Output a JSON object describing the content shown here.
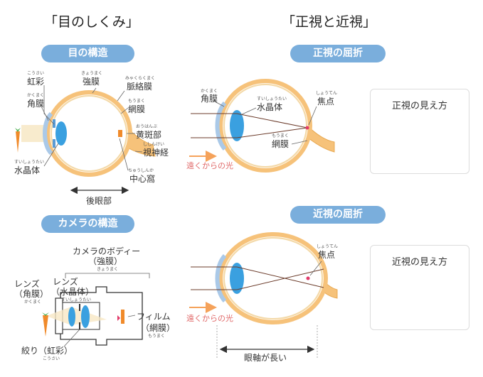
{
  "titles": {
    "eye_structure": "「目のしくみ」",
    "emmetropia_myopia": "「正視と近視」"
  },
  "pills": {
    "eye": "目の構造",
    "camera": "カメラの構造",
    "emmetropia": "正視の屈折",
    "myopia": "近視の屈折"
  },
  "eye_labels": {
    "iris": {
      "ruby": "こうさい",
      "text": "虹彩"
    },
    "cornea": {
      "ruby": "かくまく",
      "text": "角膜"
    },
    "sclera": {
      "ruby": "きょうまく",
      "text": "強膜"
    },
    "choroid": {
      "ruby": "みゃくらくまく",
      "text": "脈絡膜"
    },
    "retina": {
      "ruby": "もうまく",
      "text": "網膜"
    },
    "macula": {
      "ruby": "おうはんぶ",
      "text": "黄斑部"
    },
    "optic_nerve": {
      "ruby": "ししんけい",
      "text": "視神経"
    },
    "lens": {
      "ruby": "すいしょうたい",
      "text": "水晶体"
    },
    "fovea": {
      "ruby": "ちゅうしんか",
      "text": "中心窩"
    },
    "posterior": "後眼部"
  },
  "camera_labels": {
    "body": "カメラのボディー",
    "body_sub": "（強膜）",
    "body_ruby": "きょうまく",
    "lens1": "レンズ",
    "lens1_sub": "（角膜）",
    "lens1_ruby": "かくまく",
    "lens2": "レンズ",
    "lens2_sub": "（水晶体）",
    "lens2_ruby": "すいしょうたい",
    "film": "フィルム",
    "film_sub": "（網膜）",
    "film_ruby": "もうまく",
    "aperture": "絞り（虹彩）",
    "aperture_ruby": "こうさい"
  },
  "emmetropia_labels": {
    "cornea": {
      "ruby": "かくまく",
      "text": "角膜"
    },
    "lens": {
      "ruby": "すいしょうたい",
      "text": "水晶体"
    },
    "focus": {
      "ruby": "しょうてん",
      "text": "焦点"
    },
    "retina": {
      "ruby": "もうまく",
      "text": "網膜"
    },
    "light": "遠くからの光"
  },
  "myopia_labels": {
    "focus": {
      "ruby": "しょうてん",
      "text": "焦点"
    },
    "light": "遠くからの光",
    "axial": "眼軸が長い"
  },
  "cards": {
    "emmetropia": "正視の見え方",
    "myopia": "近視の見え方"
  },
  "colors": {
    "pill": "#7aaedc",
    "eye_wall": "#f6c27a",
    "lens": "#3aa0e0",
    "carrot": "#f08a2a",
    "light_arrow": "#f5a25a",
    "focus": "#e23a6a"
  }
}
